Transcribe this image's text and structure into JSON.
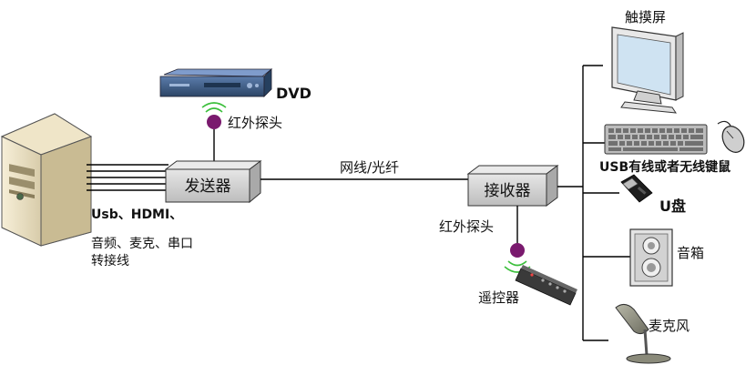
{
  "labels": {
    "dvd": "DVD",
    "ir_probe_top": "红外探头",
    "sender": "发送器",
    "network": "网线/光纤",
    "receiver": "接收器",
    "ir_probe_bottom": "红外探头",
    "remote": "遥控器",
    "computer_conn_line1": "Usb、HDMI、",
    "computer_conn_line2": "音频、麦克、串口",
    "computer_conn_line3": "转接线",
    "touchscreen": "触摸屏",
    "keyboard_mouse": "USB有线或者无线键鼠",
    "usb_drive": "U盘",
    "speaker": "音箱",
    "microphone": "麦克风"
  },
  "colors": {
    "box_fill": "#d8d8d8",
    "probe": "#7a1a6e",
    "signal": "#3cbf3c",
    "dvd_body": "#3a5a86",
    "tower": "#efe4c4"
  }
}
